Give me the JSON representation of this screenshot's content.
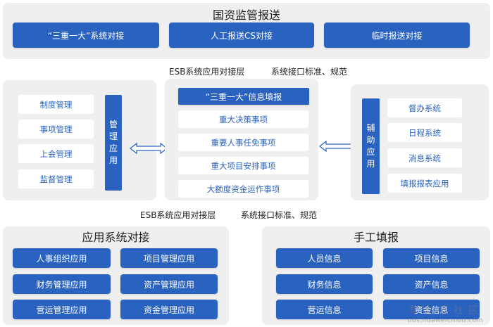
{
  "top": {
    "title": "国资监管报送",
    "buttons": [
      "“三重一大”系统对接",
      "人工报送CS对接",
      "临时报送对接"
    ]
  },
  "esb_top": {
    "layer": "ESB系统应用对接层",
    "standard": "系统接口标准、规范"
  },
  "left": {
    "items": [
      "制度管理",
      "事项管理",
      "上会管理",
      "监督管理"
    ],
    "bar_label": [
      "管",
      "理",
      "应",
      "用"
    ]
  },
  "center": {
    "header": "“三重一大”信息填报",
    "items": [
      "重大决策事项",
      "重要人事任免事项",
      "重大项目安排事项",
      "大额度资金运作事项"
    ]
  },
  "right": {
    "bar_label": [
      "辅",
      "助",
      "应",
      "用"
    ],
    "items": [
      "督办系统",
      "日程系统",
      "消息系统",
      "填报报表应用"
    ]
  },
  "esb_bottom": {
    "layer": "ESB系统应用对接层",
    "standard": "系统接口标准、规范"
  },
  "bottom_left": {
    "title": "应用系统对接",
    "items": [
      "人事组织应用",
      "项目管理应用",
      "财务管理应用",
      "资产管理应用",
      "营运管理应用",
      "资金管理应用"
    ]
  },
  "bottom_right": {
    "title": "手工填报",
    "items": [
      "人员信息",
      "项目信息",
      "财务信息",
      "资产信息",
      "营运信息",
      "资金信息"
    ]
  },
  "watermark": {
    "line1": "华为云社区",
    "line2": "bbs.huaweicloud.com"
  },
  "colors": {
    "primary": "#2a62bf",
    "panel": "#efefef",
    "text": "#1f1f1f"
  }
}
